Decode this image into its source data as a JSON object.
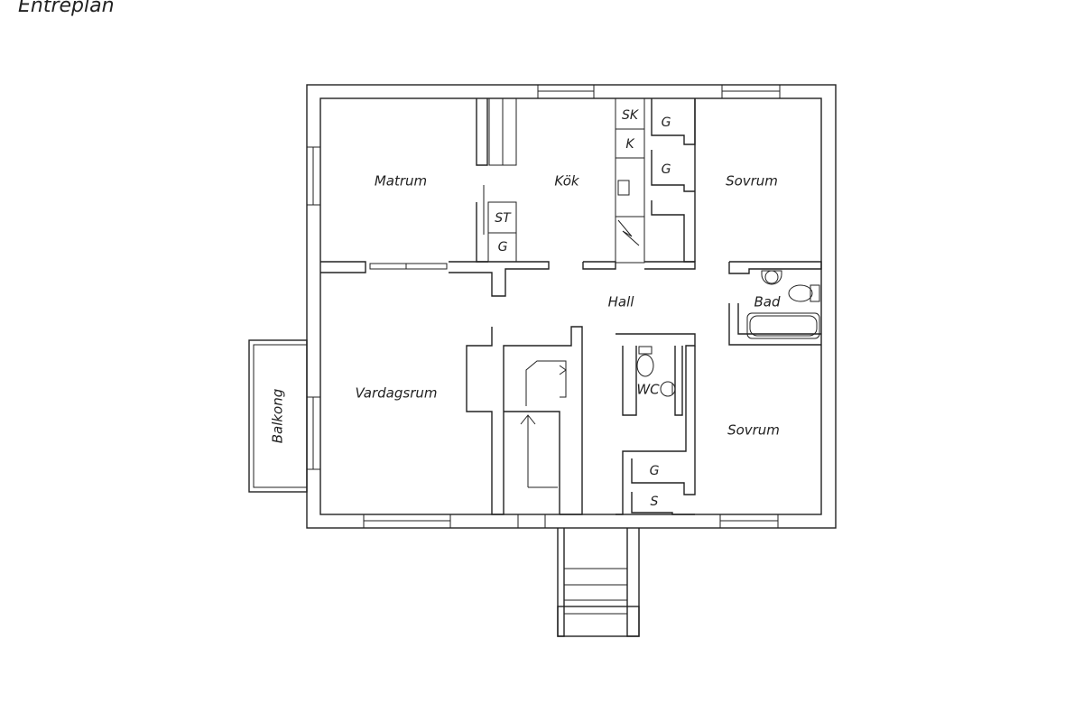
{
  "title": "Entréplan",
  "rooms": {
    "matrum": "Matrum",
    "kok": "Kök",
    "sovrum_top": "Sovrum",
    "hall": "Hall",
    "bad": "Bad",
    "vardagsrum": "Vardagsrum",
    "wc": "WC",
    "sovrum_bottom": "Sovrum",
    "balkong": "Balkong"
  },
  "closets": {
    "sk": "SK",
    "k": "K",
    "g_top1": "G",
    "g_top2": "G",
    "st": "ST",
    "g_kitchen": "G",
    "g_bottom": "G",
    "s_bottom": "S"
  }
}
